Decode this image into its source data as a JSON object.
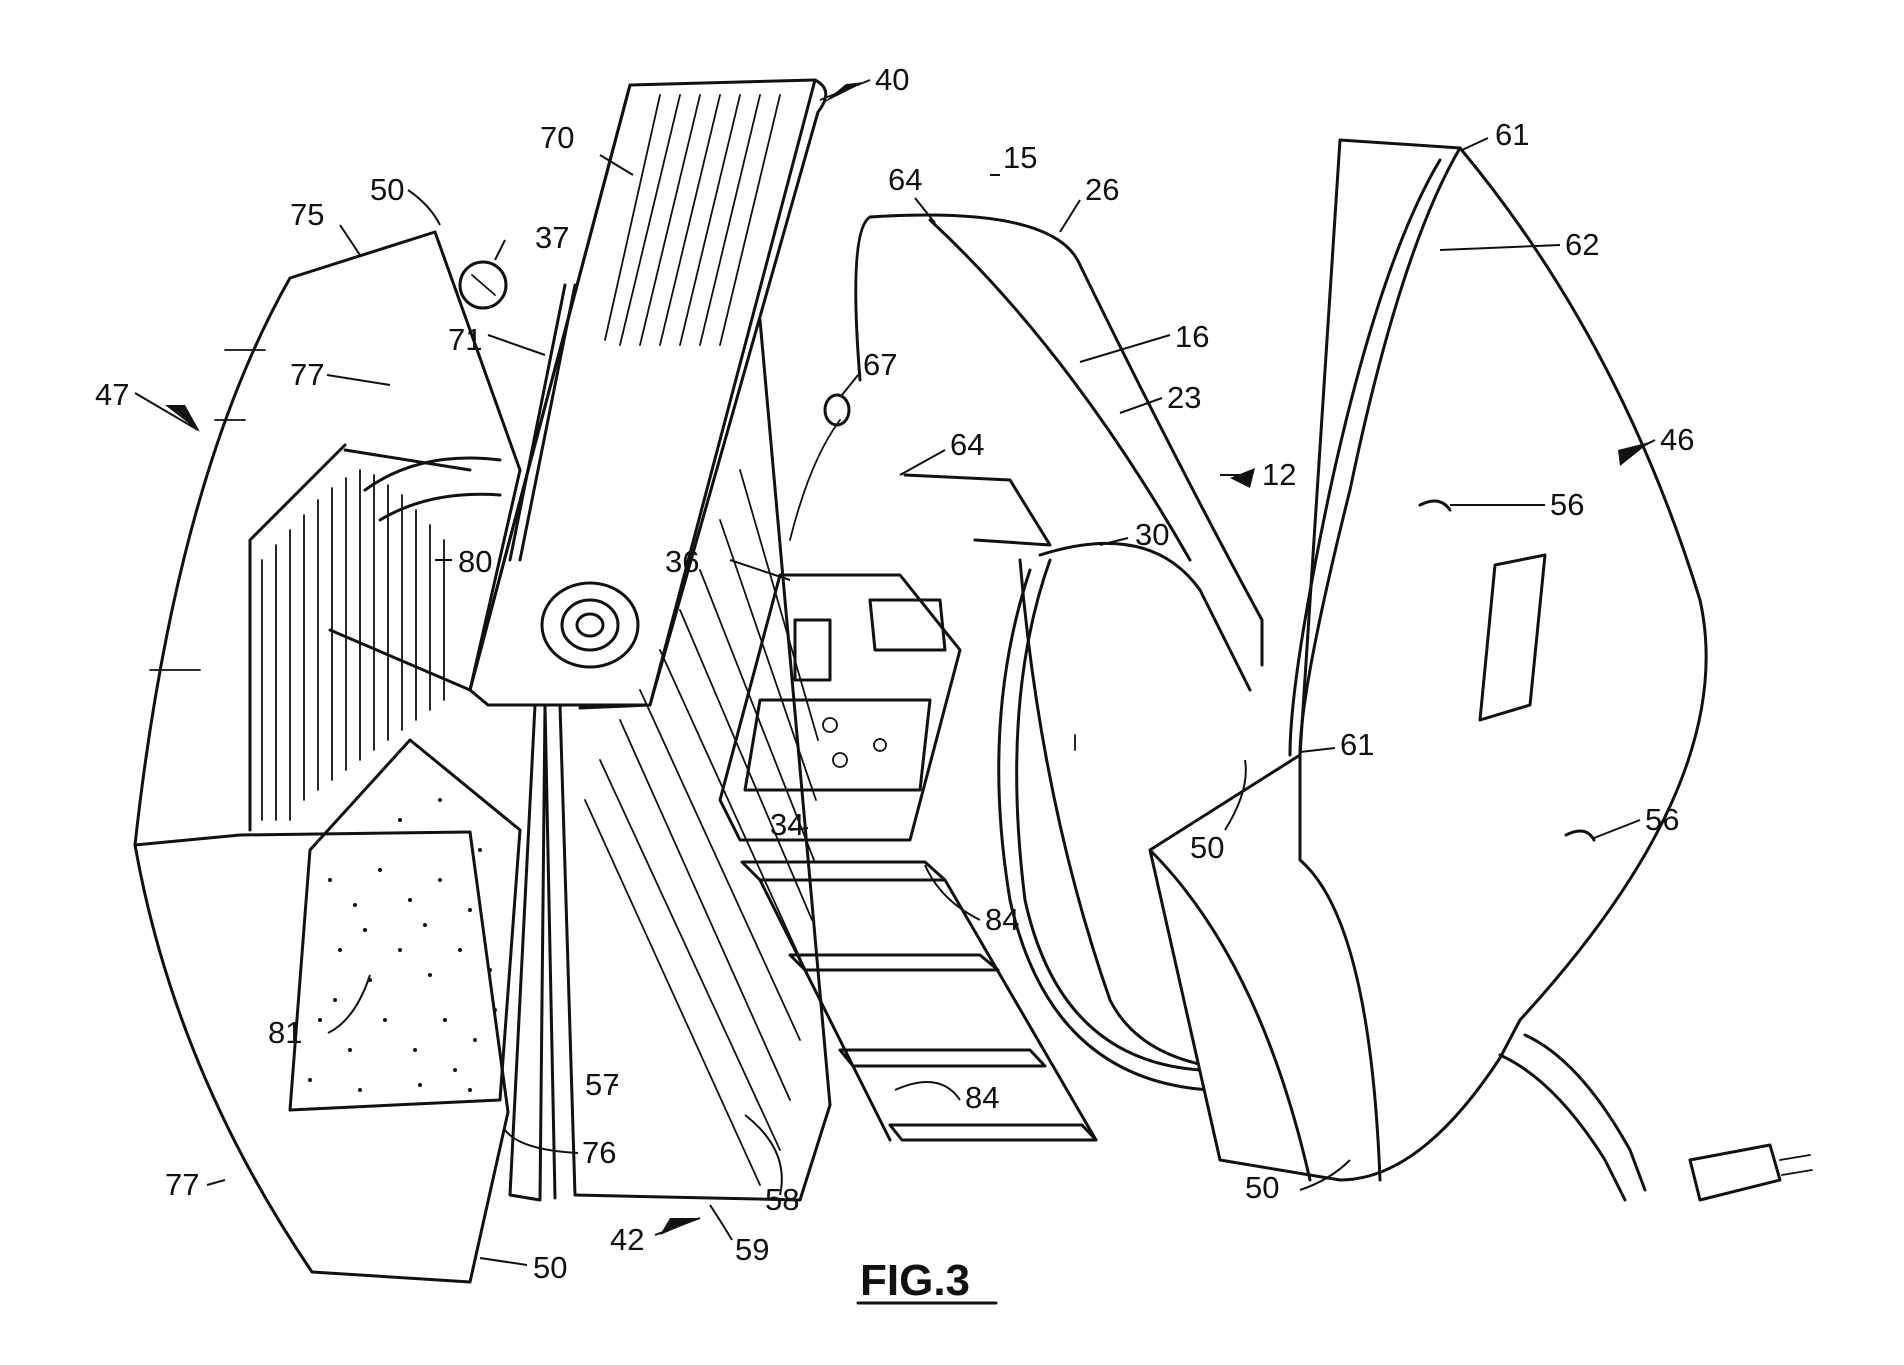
{
  "figure": {
    "caption": "FIG.3",
    "labels": [
      {
        "key": "l40",
        "text": "40"
      },
      {
        "key": "l70",
        "text": "70"
      },
      {
        "key": "l50a",
        "text": "50"
      },
      {
        "key": "l75",
        "text": "75"
      },
      {
        "key": "l37",
        "text": "37"
      },
      {
        "key": "l71",
        "text": "71"
      },
      {
        "key": "l77a",
        "text": "77"
      },
      {
        "key": "l47",
        "text": "47"
      },
      {
        "key": "l80",
        "text": "80"
      },
      {
        "key": "l36",
        "text": "36"
      },
      {
        "key": "l64a",
        "text": "64"
      },
      {
        "key": "l15",
        "text": "15"
      },
      {
        "key": "l26",
        "text": "26"
      },
      {
        "key": "l16",
        "text": "16"
      },
      {
        "key": "l23",
        "text": "23"
      },
      {
        "key": "l67",
        "text": "67"
      },
      {
        "key": "l64b",
        "text": "64"
      },
      {
        "key": "l12",
        "text": "12"
      },
      {
        "key": "l30",
        "text": "30"
      },
      {
        "key": "l34",
        "text": "34"
      },
      {
        "key": "l84a",
        "text": "84"
      },
      {
        "key": "l84b",
        "text": "84"
      },
      {
        "key": "l61a",
        "text": "61"
      },
      {
        "key": "l62",
        "text": "62"
      },
      {
        "key": "l46",
        "text": "46"
      },
      {
        "key": "l56a",
        "text": "56"
      },
      {
        "key": "l61b",
        "text": "61"
      },
      {
        "key": "l50b",
        "text": "50"
      },
      {
        "key": "l56b",
        "text": "56"
      },
      {
        "key": "l81",
        "text": "81"
      },
      {
        "key": "l77b",
        "text": "77"
      },
      {
        "key": "l57",
        "text": "57"
      },
      {
        "key": "l76",
        "text": "76"
      },
      {
        "key": "l58",
        "text": "58"
      },
      {
        "key": "l42",
        "text": "42"
      },
      {
        "key": "l59",
        "text": "59"
      },
      {
        "key": "l50c",
        "text": "50"
      },
      {
        "key": "l50d",
        "text": "50"
      }
    ]
  }
}
